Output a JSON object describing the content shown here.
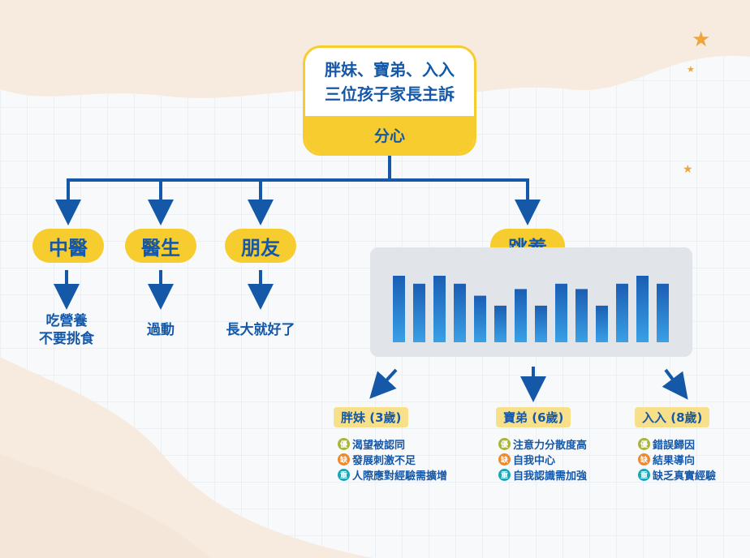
{
  "root": {
    "line1": "胖妹、寶弟、入入",
    "line2": "三位孩子家長主訴",
    "label": "分心"
  },
  "branches": [
    {
      "label": "中醫",
      "advice": [
        "吃營養",
        "不要挑食"
      ]
    },
    {
      "label": "醫生",
      "advice": [
        "過動"
      ]
    },
    {
      "label": "朋友",
      "advice": [
        "長大就好了"
      ]
    },
    {
      "label": "跳養"
    }
  ],
  "bars": [
    1.0,
    0.88,
    1.0,
    0.88,
    0.7,
    0.55,
    0.8,
    0.55,
    0.88,
    0.8,
    0.55,
    0.88,
    1.0,
    0.88
  ],
  "children": [
    {
      "label": "胖妹 (3歲)",
      "traits": [
        {
          "badge": "優",
          "color": "#a8b43a",
          "text": "渴望被認同"
        },
        {
          "badge": "缺",
          "color": "#ee8a2e",
          "text": "發展刺激不足"
        },
        {
          "badge": "重",
          "color": "#1ba5b5",
          "text": "人際應對經驗需擴增"
        }
      ]
    },
    {
      "label": "寶弟 (6歲)",
      "traits": [
        {
          "badge": "優",
          "color": "#a8b43a",
          "text": "注意力分散度高"
        },
        {
          "badge": "缺",
          "color": "#ee8a2e",
          "text": "自我中心"
        },
        {
          "badge": "重",
          "color": "#1ba5b5",
          "text": "自我認識需加強"
        }
      ]
    },
    {
      "label": "入入 (8歲)",
      "traits": [
        {
          "badge": "優",
          "color": "#a8b43a",
          "text": "錯誤歸因"
        },
        {
          "badge": "缺",
          "color": "#ee8a2e",
          "text": "結果導向"
        },
        {
          "badge": "重",
          "color": "#1ba5b5",
          "text": "缺乏真實經驗"
        }
      ]
    }
  ],
  "colors": {
    "accent": "#f7cc2e",
    "text": "#1558a8",
    "arrow": "#1558a8"
  }
}
